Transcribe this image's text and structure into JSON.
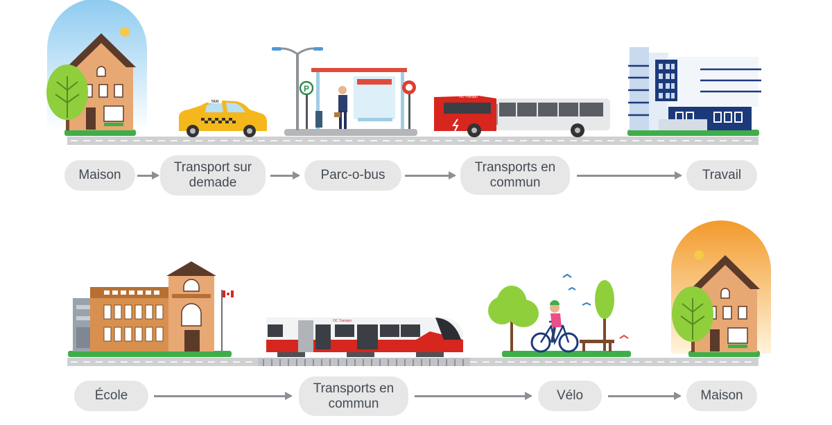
{
  "row1": {
    "steps": [
      "Maison",
      "Transport sur demade",
      "Parc-o-bus",
      "Transports en commun",
      "Travail"
    ]
  },
  "row2": {
    "steps": [
      "École",
      "Transports en commun",
      "Vélo",
      "Maison"
    ]
  },
  "illustration": {
    "parking_sign": "P",
    "taxi_sign": "TAXI",
    "bus_brand": "OC Transpo",
    "train_brand": "OC Transpo"
  },
  "colors": {
    "pill_bg": "#e7e7e8",
    "pill_text": "#444a52",
    "arrow": "#8c8f94",
    "road": "#cfd0d2",
    "grass": "#3fae49",
    "transit_red": "#d7261e",
    "house_wall": "#e8a874",
    "house_roof": "#5b3a2a",
    "navy": "#1c3a7a"
  }
}
